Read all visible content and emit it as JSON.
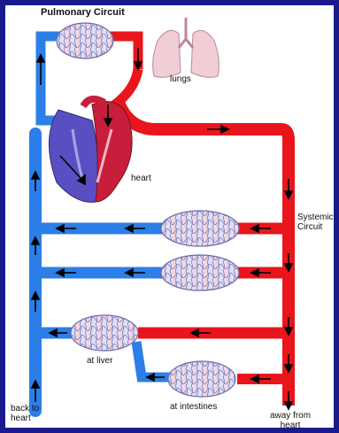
{
  "labels": {
    "pulmonary_circuit": "Pulmonary Circuit",
    "lungs": "lungs",
    "heart": "heart",
    "systemic_circuit": "Systemic Circuit",
    "at_liver": "at liver",
    "at_intestines": "at intestines",
    "back_to_heart": "back to heart",
    "away_from_heart": "away from heart"
  },
  "colors": {
    "frame": "#1a1a8c",
    "artery": "#e8161c",
    "vein": "#2b7fe6",
    "capillary_fill": "#d7d4f2",
    "capillary_wall": "#ffffff",
    "heart_left": "#c81e3c",
    "heart_right": "#5a4fc2",
    "arrow": "#000000"
  },
  "icons": {
    "lungs": "lungs-icon",
    "heart": "heart-icon",
    "capillary": "capillary-bed-icon"
  }
}
